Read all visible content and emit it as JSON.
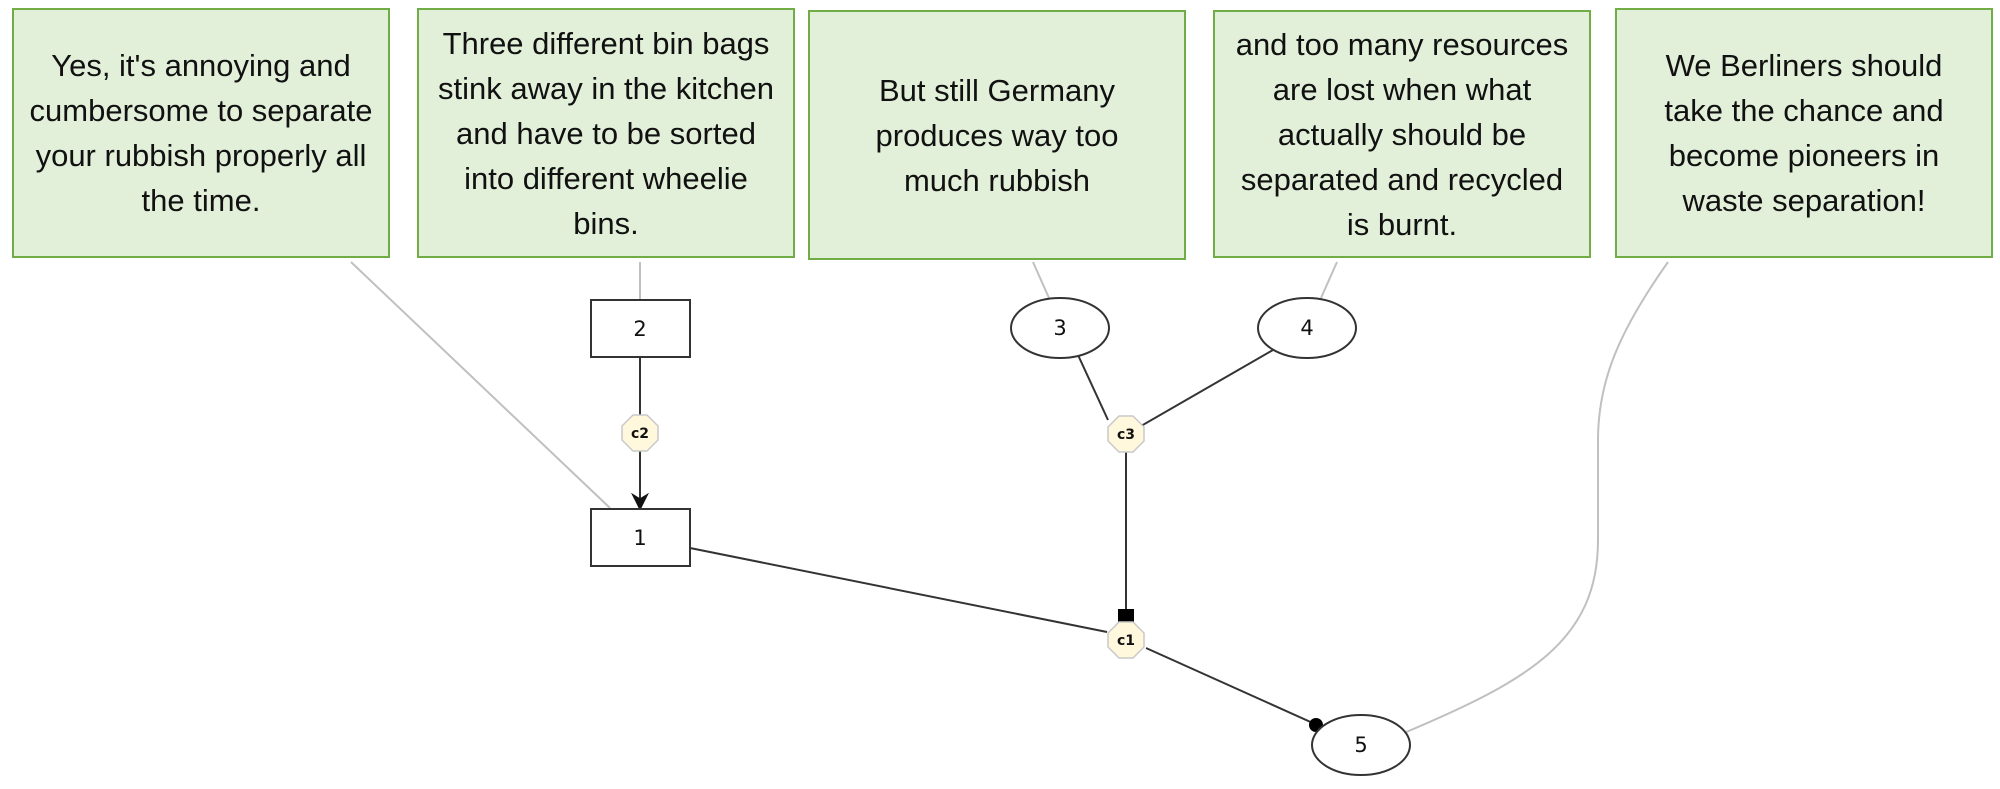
{
  "text_boxes": [
    "Yes, it's annoying and cumbersome to separate your rubbish properly all the time.",
    "Three different bin bags stink away in the kitchen and have to be sorted into different wheelie bins.",
    "But still Germany produces way too much rubbish",
    "and too many resources are lost when what actually should be separated and recycled is burnt.",
    "We Berliners should take the chance and become pioneers in waste separation!"
  ],
  "nodes": [
    {
      "label": "1",
      "shape": "rect"
    },
    {
      "label": "2",
      "shape": "rect"
    },
    {
      "label": "3",
      "shape": "ellipse"
    },
    {
      "label": "4",
      "shape": "ellipse"
    },
    {
      "label": "5",
      "shape": "ellipse"
    }
  ],
  "connectors": [
    "c1",
    "c2",
    "c3"
  ],
  "colors": {
    "box_fill": "#e2efd9",
    "box_border": "#70ad47",
    "connector_fill": "#fff8dc",
    "connector_border": "#c8c8c8",
    "edge": "#333333",
    "link": "#c0c0c0"
  }
}
